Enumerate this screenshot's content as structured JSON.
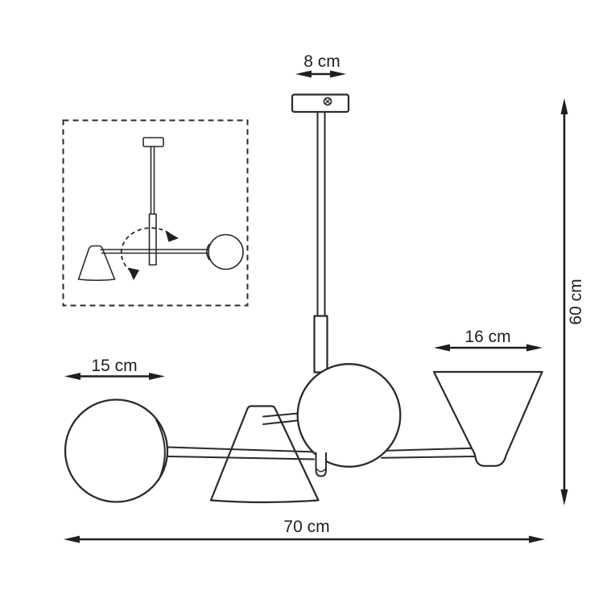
{
  "colors": {
    "ink": "#2a2a2a",
    "dimension_ink": "#1f1f1f",
    "background": "#ffffff"
  },
  "diagram": {
    "dimensions": {
      "canopy_width": {
        "label": "8 cm"
      },
      "left_globe_diameter": {
        "label": "15 cm"
      },
      "right_shade_diameter": {
        "label": "16 cm"
      },
      "overall_height": {
        "label": "60 cm"
      },
      "overall_width": {
        "label": "70 cm"
      }
    }
  }
}
